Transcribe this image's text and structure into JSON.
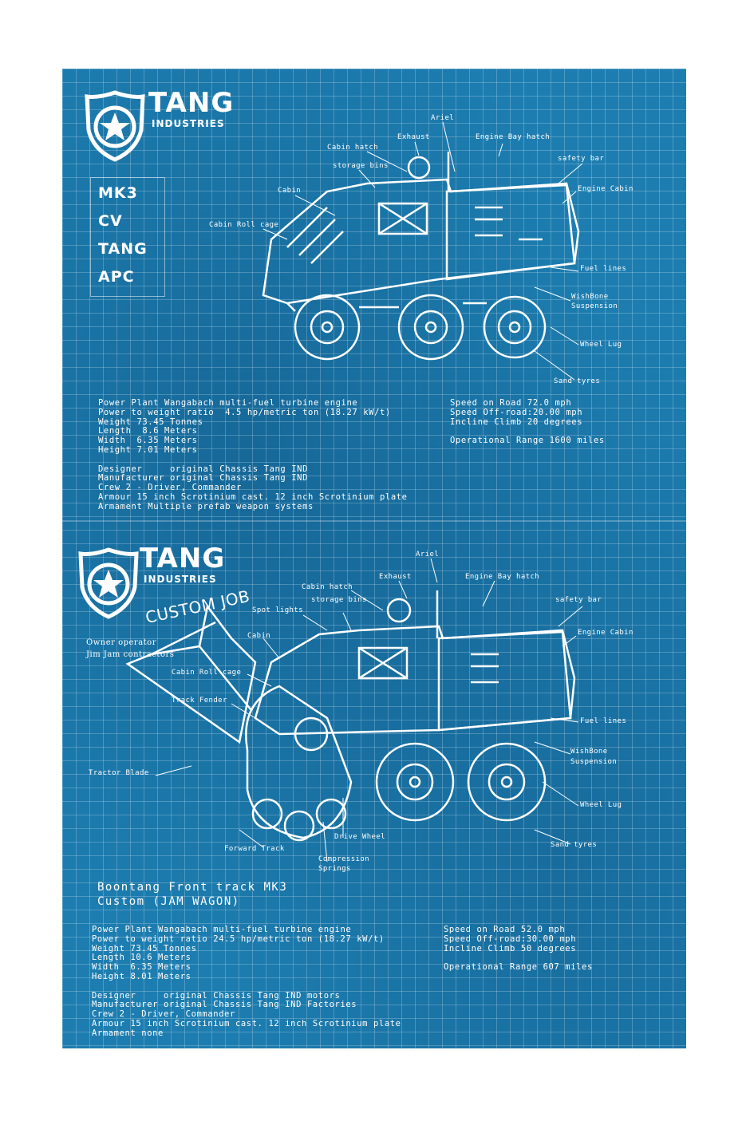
{
  "sheet1": {
    "brand": {
      "name": "TANG",
      "sub": "INDUSTRIES"
    },
    "model_box": [
      "MK3",
      "CV",
      "TANG",
      "APC"
    ],
    "labels": [
      "Ariel",
      "Exhaust",
      "Engine Bay hatch",
      "Cabin hatch",
      "safety bar",
      "storage bins",
      "Cabin",
      "Engine Cabin",
      "Cabin Roll cage",
      "Fuel lines",
      "WishBone",
      "Suspension",
      "Wheel Lug",
      "Sand tyres"
    ],
    "specs_left": [
      "Power Plant Wangabach multi-fuel turbine engine",
      "Power to weight ratio  4.5 hp/metric ton (18.27 kW/t)",
      "Weight 73.45 Tonnes",
      "Length  8.6 Meters",
      "Width  6.35 Meters",
      "Height 7.01 Meters",
      "",
      "Designer     original Chassis Tang IND",
      "Manufacturer original Chassis Tang IND",
      "Crew 2 - Driver, Commander",
      "Armour 15 inch Scrotinium cast. 12 inch Scrotinium plate",
      "Armament Multiple prefab weapon systems"
    ],
    "specs_right": [
      "Speed on Road 72.0 mph",
      "Speed Off-road:20.00 mph",
      "Incline Climb 20 degrees",
      "",
      "Operational Range 1600 miles"
    ]
  },
  "sheet2": {
    "brand": {
      "name": "TANG",
      "sub": "INDUSTRIES"
    },
    "custom_tag": "CUSTOM JOB",
    "owner": [
      "Owner operator",
      "Jim Jam contractors"
    ],
    "title": [
      "Boontang Front track MK3",
      "Custom (JAM WAGON)"
    ],
    "labels": [
      "Ariel",
      "Exhaust",
      "Engine Bay hatch",
      "Cabin hatch",
      "safety bar",
      "Spot lights",
      "storage bins",
      "Cabin",
      "Engine Cabin",
      "Cabin Roll cage",
      "Track Fender",
      "Fuel lines",
      "WishBone",
      "Suspension",
      "Tractor Blade",
      "Wheel Lug",
      "Drive Wheel",
      "Sand tyres",
      "Forward Track",
      "Compression",
      "Springs"
    ],
    "specs_left": [
      "Power Plant Wangabach multi-fuel turbine engine",
      "Power to weight ratio 24.5 hp/metric ton (18.27 kW/t)",
      "Weight 73.45 Tonnes",
      "Length 10.6 Meters",
      "Width  6.35 Meters",
      "Height 8.01 Meters",
      "",
      "Designer     original Chassis Tang IND motors",
      "Manufacturer original Chassis Tang IND Factories",
      "Crew 2 - Driver, Commander",
      "Armour 15 inch Scrotinium cast. 12 inch Scrotinium plate",
      "Armament none"
    ],
    "specs_right": [
      "Speed on Road 52.0 mph",
      "Speed Off-road:30.00 mph",
      "Incline Climb 50 degrees",
      "",
      "Operational Range 607 miles"
    ]
  },
  "colors": {
    "paper": "#1d7db0",
    "ink": "#ffffff"
  }
}
